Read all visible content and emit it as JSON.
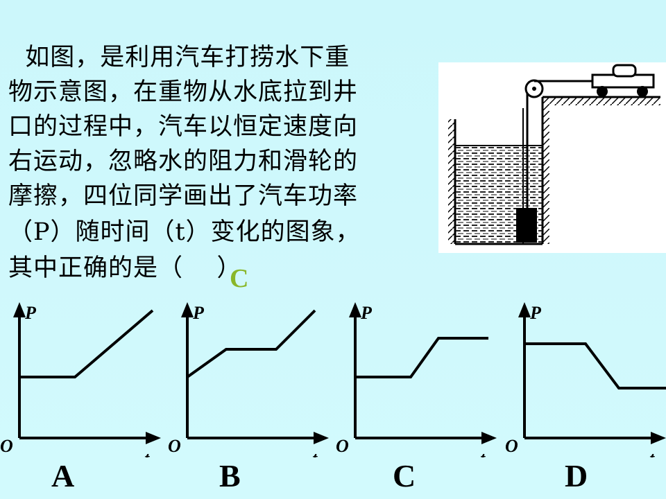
{
  "question": {
    "lines": [
      "  如图，是利用汽车打捞水下重",
      "物示意图，在重物从水底拉到井",
      "口的过程中，汽车以恒定速度向",
      "右运动，忽略水的阻力和滑轮的",
      "摩擦，四位同学画出了汽车功率",
      "（P）随时间（t）变化的图象，",
      "其中正确的是（    ）"
    ],
    "answer": "C",
    "answer_color": "#8ab62a"
  },
  "graphs": {
    "axis_labels": {
      "y": "P",
      "x": "t",
      "origin": "O"
    },
    "options": [
      {
        "label": "A",
        "shape": "flat-then-rise",
        "curve": [
          [
            0,
            0.55
          ],
          [
            0.5,
            0.55
          ],
          [
            1.2,
            1.15
          ]
        ]
      },
      {
        "label": "B",
        "shape": "rise-flat-rise",
        "curve": [
          [
            0,
            0.55
          ],
          [
            0.35,
            0.8
          ],
          [
            0.8,
            0.8
          ],
          [
            1.15,
            1.15
          ]
        ]
      },
      {
        "label": "C",
        "shape": "flat-rise-flat",
        "curve": [
          [
            0,
            0.55
          ],
          [
            0.5,
            0.55
          ],
          [
            0.75,
            0.9
          ],
          [
            1.2,
            0.9
          ]
        ]
      },
      {
        "label": "D",
        "shape": "flat-fall-flat",
        "curve": [
          [
            0,
            0.85
          ],
          [
            0.55,
            0.85
          ],
          [
            0.85,
            0.45
          ],
          [
            1.3,
            0.45
          ]
        ]
      }
    ]
  },
  "colors": {
    "background": "#cff8fc",
    "ink": "#000000"
  }
}
